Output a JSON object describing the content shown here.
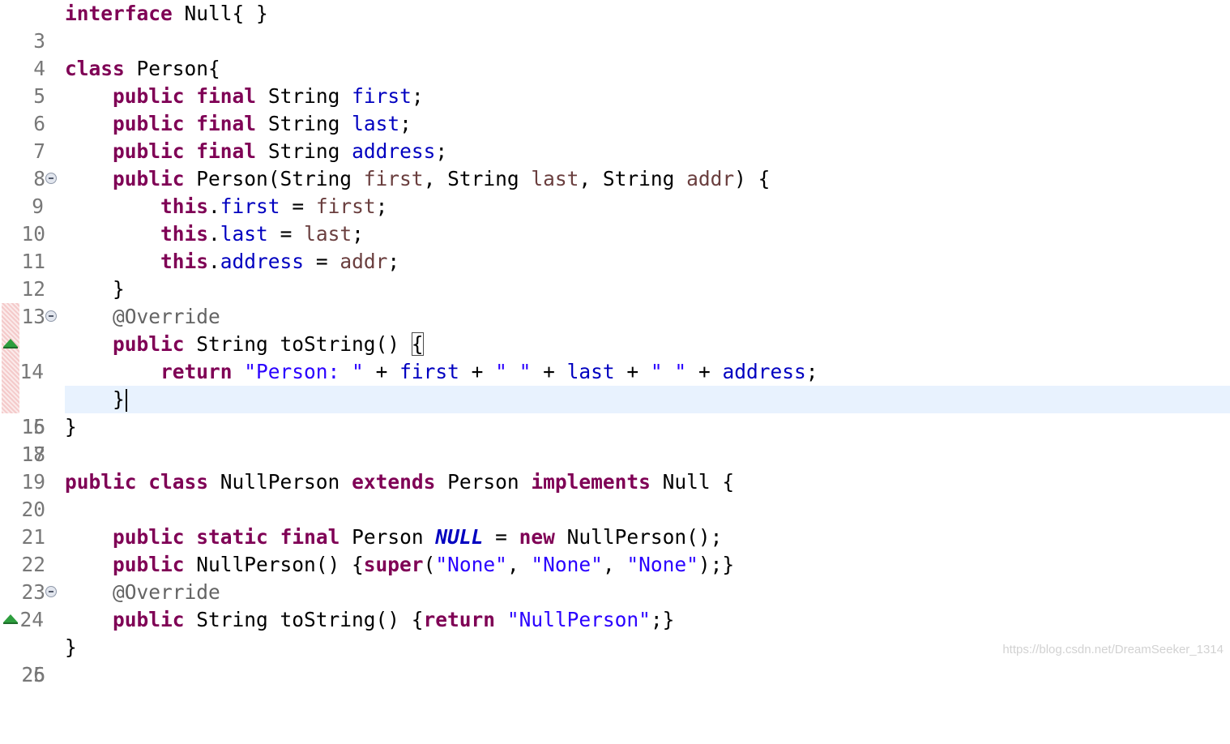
{
  "editor": {
    "lines": [
      {
        "number": "3"
      },
      {
        "number": "4"
      },
      {
        "number": "5"
      },
      {
        "number": "6"
      },
      {
        "number": "7"
      },
      {
        "number": "8"
      },
      {
        "number": "9"
      },
      {
        "number": "10"
      },
      {
        "number": "11"
      },
      {
        "number": "12"
      },
      {
        "number": "13"
      },
      {
        "number": "14"
      },
      {
        "number": "15"
      },
      {
        "number": "16"
      },
      {
        "number": "17"
      },
      {
        "number": "18"
      },
      {
        "number": "19"
      },
      {
        "number": "20"
      },
      {
        "number": "21"
      },
      {
        "number": "22"
      },
      {
        "number": "23"
      },
      {
        "number": "24"
      },
      {
        "number": "25"
      },
      {
        "number": "26"
      }
    ],
    "code": {
      "l3": [
        "interface",
        " Null{ }"
      ],
      "l5": [
        "class",
        " Person{"
      ],
      "l6": [
        "    ",
        "public",
        " ",
        "final",
        " String ",
        "first",
        ";"
      ],
      "l7": [
        "    ",
        "public",
        " ",
        "final",
        " String ",
        "last",
        ";"
      ],
      "l8": [
        "    ",
        "public",
        " ",
        "final",
        " String ",
        "address",
        ";"
      ],
      "l9": [
        "    ",
        "public",
        " Person(String ",
        "first",
        ", String ",
        "last",
        ", String ",
        "addr",
        ") {"
      ],
      "l10": [
        "        ",
        "this",
        ".",
        "first",
        " = ",
        "first",
        ";"
      ],
      "l11": [
        "        ",
        "this",
        ".",
        "last",
        " = ",
        "last",
        ";"
      ],
      "l12": [
        "        ",
        "this",
        ".",
        "address",
        " = ",
        "addr",
        ";"
      ],
      "l13": [
        "    }"
      ],
      "l14": [
        "    ",
        "@Override"
      ],
      "l15": [
        "    ",
        "public",
        " String toString() ",
        "{"
      ],
      "l16": [
        "        ",
        "return",
        " ",
        "\"Person: \"",
        " + ",
        "first",
        " + ",
        "\" \"",
        " + ",
        "last",
        " + ",
        "\" \"",
        " + ",
        "address",
        ";"
      ],
      "l17": [
        "    ",
        "}"
      ],
      "l18": [
        "}"
      ],
      "l20": [
        "public",
        " ",
        "class",
        " NullPerson ",
        "extends",
        " Person ",
        "implements",
        " Null {"
      ],
      "l22": [
        "    ",
        "public",
        " ",
        "static",
        " ",
        "final",
        " Person ",
        "NULL",
        " = ",
        "new",
        " NullPerson();"
      ],
      "l23": [
        "    ",
        "public",
        " NullPerson() {",
        "super",
        "(",
        "\"None\"",
        ", ",
        "\"None\"",
        ", ",
        "\"None\"",
        ");}"
      ],
      "l24": [
        "    ",
        "@Override"
      ],
      "l25": [
        "    ",
        "public",
        " String toString() {",
        "return",
        " ",
        "\"NullPerson\"",
        ";}"
      ],
      "l26": [
        "}"
      ]
    }
  },
  "watermark": "https://blog.csdn.net/DreamSeeker_1314",
  "colors": {
    "keyword": "#7f0055",
    "field": "#0000c0",
    "parameter": "#6a3e3e",
    "string": "#2a00ff",
    "annotation": "#646464",
    "current_line": "#e8f2fe",
    "line_number": "#787878"
  },
  "icons": {
    "fold": "collapse-minus-icon",
    "override": "override-triangle-icon"
  }
}
